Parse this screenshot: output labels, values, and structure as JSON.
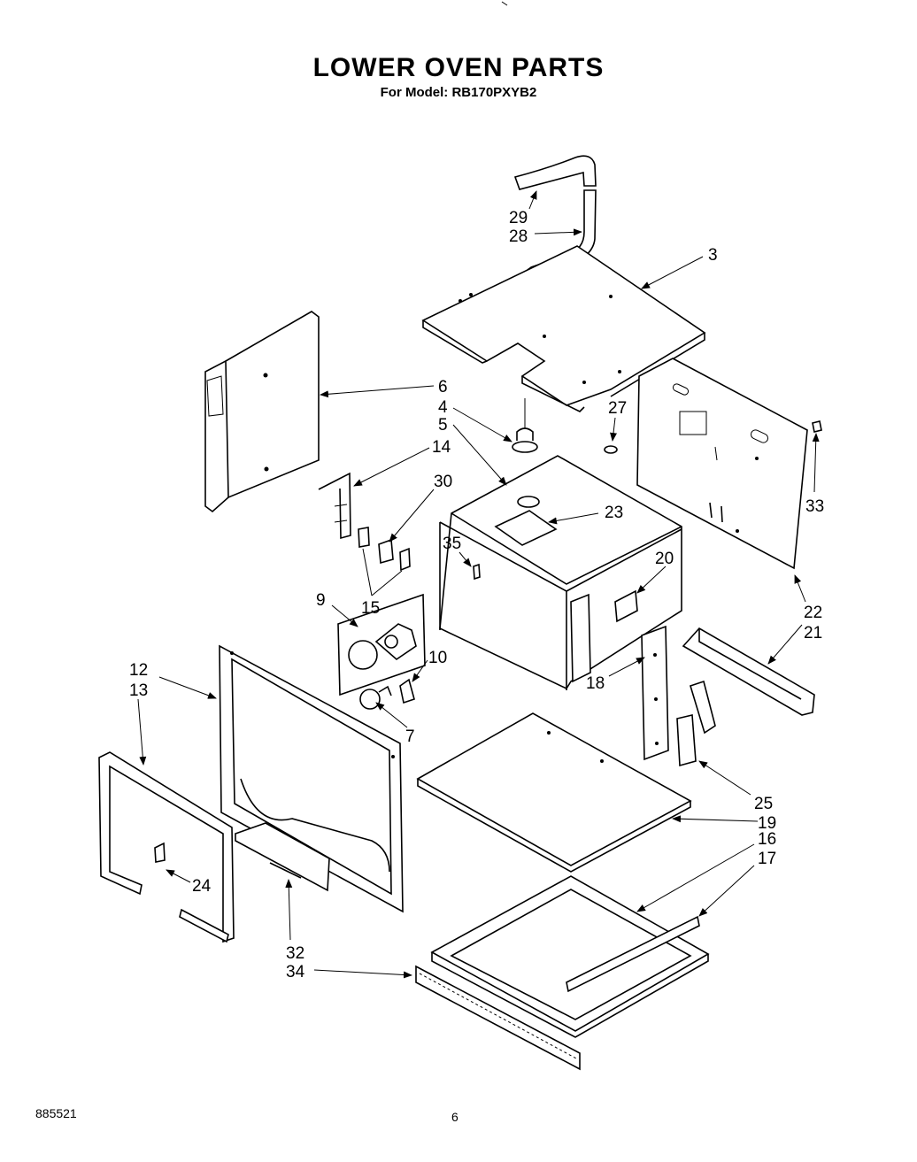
{
  "header": {
    "title": "LOWER OVEN PARTS",
    "subtitle": "For Model: RB170PXYB2"
  },
  "footer": {
    "doc_number": "885521",
    "page_number": "6"
  },
  "diagram": {
    "labels": [
      "29",
      "28",
      "3",
      "6",
      "4",
      "5",
      "27",
      "14",
      "30",
      "23",
      "33",
      "35",
      "20",
      "9",
      "15",
      "22",
      "21",
      "10",
      "12",
      "13",
      "18",
      "7",
      "25",
      "19",
      "16",
      "17",
      "24",
      "32",
      "34"
    ]
  }
}
